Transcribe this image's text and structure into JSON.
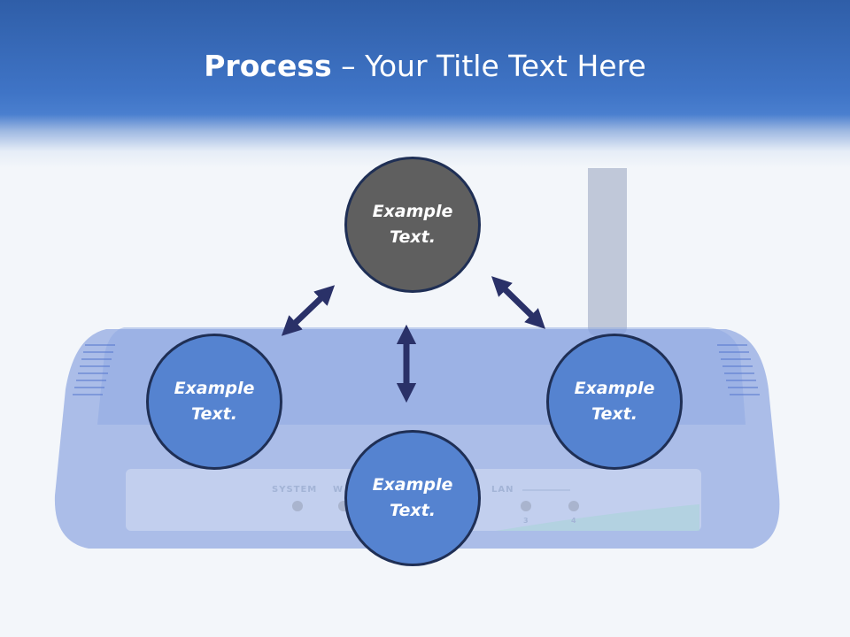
{
  "title": {
    "bold_part": "Process",
    "separator": " – ",
    "regular_part": "Your Title Text Here"
  },
  "background": {
    "panel_labels": [
      "SYSTEM",
      "W",
      "LAN"
    ],
    "port_numbers": [
      "3",
      "4"
    ]
  },
  "nodes": [
    {
      "id": "top",
      "text": "Example Text."
    },
    {
      "id": "left",
      "text": "Example Text."
    },
    {
      "id": "right",
      "text": "Example Text."
    },
    {
      "id": "bottom",
      "text": "Example Text."
    }
  ],
  "colors": {
    "header_blue": "#3f74c6",
    "node_blue": "#5583d0",
    "node_dark": "#5f5f5f",
    "arrow_navy": "#2a3168",
    "outline": "#1f2f55"
  }
}
